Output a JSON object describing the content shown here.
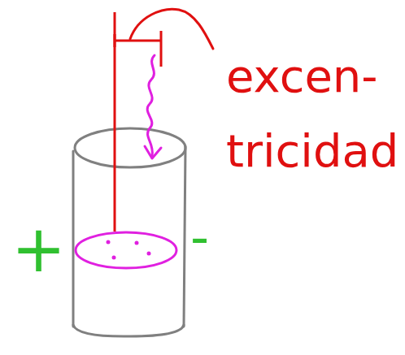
{
  "diagram": {
    "labels": [
      "excen- tricidad",
      "+",
      "-"
    ]
  }
}
